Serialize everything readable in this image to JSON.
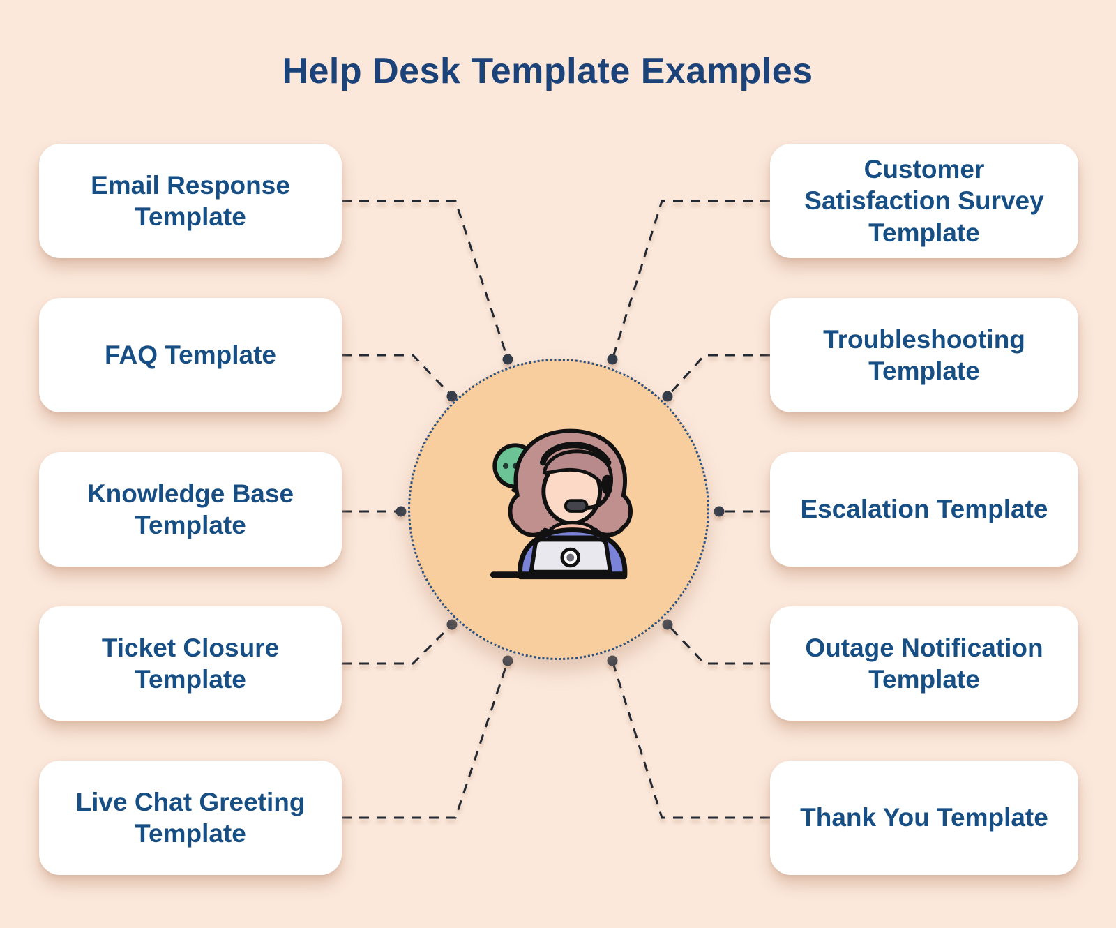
{
  "title": "Help Desk Template Examples",
  "cards": {
    "left": [
      {
        "label": "Email Response\nTemplate"
      },
      {
        "label": "FAQ Template"
      },
      {
        "label": "Knowledge Base\nTemplate"
      },
      {
        "label": "Ticket Closure\nTemplate"
      },
      {
        "label": "Live Chat Greeting\nTemplate"
      }
    ],
    "right": [
      {
        "label": "Customer\nSatisfaction Survey\nTemplate"
      },
      {
        "label": "Troubleshooting\nTemplate"
      },
      {
        "label": "Escalation Template"
      },
      {
        "label": "Outage Notification\nTemplate"
      },
      {
        "label": "Thank You Template"
      }
    ]
  },
  "center": {
    "icon": "support-agent-with-headset",
    "accessory_icon": "chat-ellipsis-bubble"
  },
  "colors": {
    "background": "#FBE8DB",
    "card_background": "#FFFFFF",
    "text_navy": "#174E84",
    "title_navy": "#1B4379",
    "circle_fill": "#F8CE9E",
    "circle_dotted_border": "#2A5287",
    "connector_line": "#232932",
    "connector_dot": "#333C49",
    "bubble_green": "#6CC496",
    "shirt_purple": "#7A83D8",
    "hair_mauve": "#C0908F",
    "hair_shade": "#B98A8C",
    "skin": "#FCD9C6",
    "laptop_gray": "#EAE8EF"
  }
}
